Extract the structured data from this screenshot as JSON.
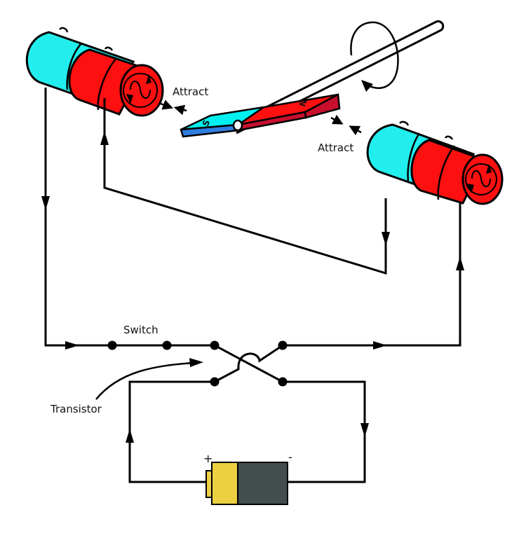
{
  "diagram": {
    "title": "Magnet rotor driven by electromagnets via transistor switch",
    "colors": {
      "south_pole": "#00f0f0",
      "south_pole_side": "#2f7de0",
      "north_pole": "#ff1010",
      "north_pole_side": "#c8102e",
      "coil_cyan": "#22eeee",
      "coil_red": "#ff1010",
      "battery_positive": "#ecd042",
      "battery_body": "#424d4c",
      "wire": "#000000"
    },
    "labels": {
      "attract_left": "Attract",
      "attract_right": "Attract",
      "switch": "Switch",
      "transistor": "Transistor",
      "battery_plus": "+",
      "battery_minus": "-",
      "magnet_south": "S",
      "magnet_north": "N"
    },
    "components": [
      {
        "id": "electromagnet-left",
        "type": "electromagnet",
        "symbol": "ac-sine"
      },
      {
        "id": "electromagnet-right",
        "type": "electromagnet",
        "symbol": "ac-sine"
      },
      {
        "id": "bar-magnet",
        "type": "permanent-magnet",
        "poles": [
          "S",
          "N"
        ]
      },
      {
        "id": "rotor-shaft",
        "type": "axle",
        "rotation": "circular"
      },
      {
        "id": "switch",
        "type": "dpdt-crossover-switch",
        "contacts": 6
      },
      {
        "id": "battery",
        "type": "dc-battery",
        "terminals": [
          "+",
          "-"
        ]
      }
    ],
    "current_arrows": [
      "down-left-wire",
      "up-left-coil-lead",
      "down-right-coil-lead",
      "up-right-return",
      "right-top-left",
      "right-top-right",
      "up-battery-left",
      "down-battery-right"
    ]
  }
}
